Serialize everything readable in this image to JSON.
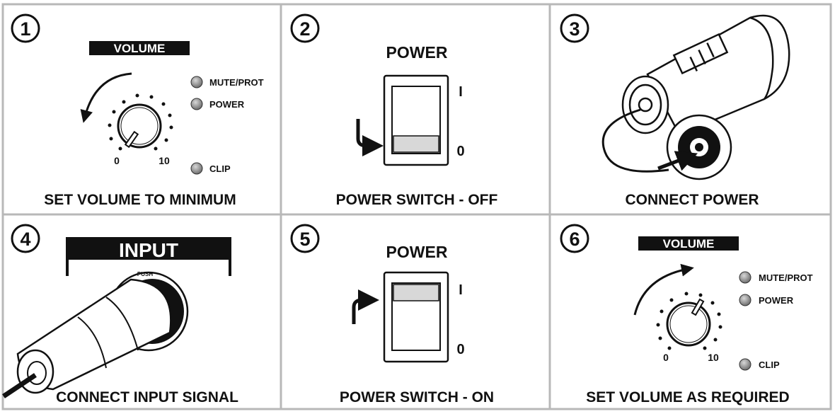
{
  "panels": [
    {
      "number": "1",
      "caption": "SET VOLUME TO MINIMUM",
      "volume_label": "VOLUME",
      "leds": [
        "MUTE/PROT",
        "POWER",
        "CLIP"
      ],
      "knob_min": "0",
      "knob_max": "10"
    },
    {
      "number": "2",
      "caption": "POWER SWITCH - OFF",
      "power_label": "POWER",
      "switch_on_mark": "I",
      "switch_off_mark": "0"
    },
    {
      "number": "3",
      "caption": "CONNECT POWER"
    },
    {
      "number": "4",
      "caption": "CONNECT INPUT SIGNAL",
      "input_label": "INPUT",
      "push_label": "PUSH"
    },
    {
      "number": "5",
      "caption": "POWER SWITCH - ON",
      "power_label": "POWER",
      "switch_on_mark": "I",
      "switch_off_mark": "0"
    },
    {
      "number": "6",
      "caption": "SET VOLUME AS REQUIRED",
      "volume_label": "VOLUME",
      "leds": [
        "MUTE/PROT",
        "POWER",
        "CLIP"
      ],
      "knob_min": "0",
      "knob_max": "10"
    }
  ],
  "colors": {
    "ink": "#111111",
    "grid": "#b8b8b8",
    "led": "#8a8a8a",
    "switch_fill": "#d8d8d8"
  }
}
